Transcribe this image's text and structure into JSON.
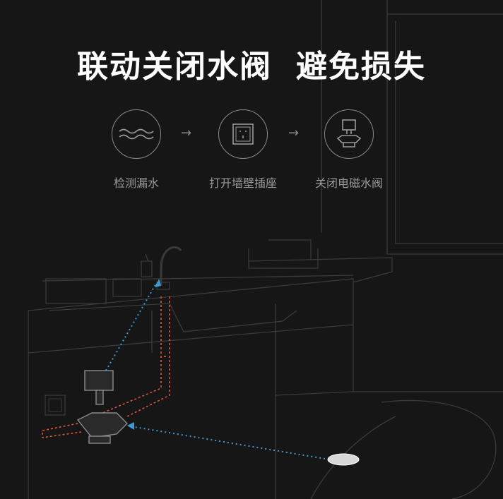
{
  "headline": {
    "part1": "联动关闭水阀",
    "part2": "避免损失"
  },
  "steps": [
    {
      "label": "检测漏水",
      "icon": "water-wave-icon"
    },
    {
      "label": "打开墙壁插座",
      "icon": "wall-socket-icon"
    },
    {
      "label": "关闭电磁水阀",
      "icon": "solenoid-valve-icon"
    }
  ],
  "arrow_glyph": "→",
  "colors": {
    "background": "#161616",
    "line_art": "#3a3a3a",
    "pipe_red": "#e0533e",
    "signal_blue": "#3a9bd6",
    "text_white": "#ffffff",
    "text_gray": "#9a9a9a"
  }
}
